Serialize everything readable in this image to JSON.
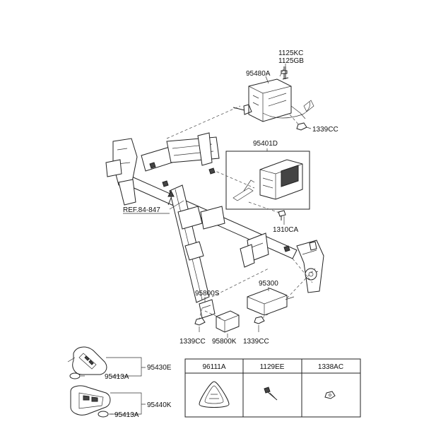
{
  "labels": {
    "p1125kc": "1125KC",
    "p1125gb": "1125GB",
    "p95480a": "95480A",
    "p1339cc_top": "1339CC",
    "p95401d": "95401D",
    "ref": "REF.84-847",
    "p1310ca": "1310CA",
    "p95800s": "95800S",
    "p95300": "95300",
    "p1339cc_left": "1339CC",
    "p95800k": "95800K",
    "p1339cc_right": "1339CC",
    "p95430e": "95430E",
    "p95413a_1": "95413A",
    "p95440k": "95440K",
    "p95413a_2": "95413A"
  },
  "table": {
    "headers": [
      "96111A",
      "1129EE",
      "1338AC"
    ]
  }
}
